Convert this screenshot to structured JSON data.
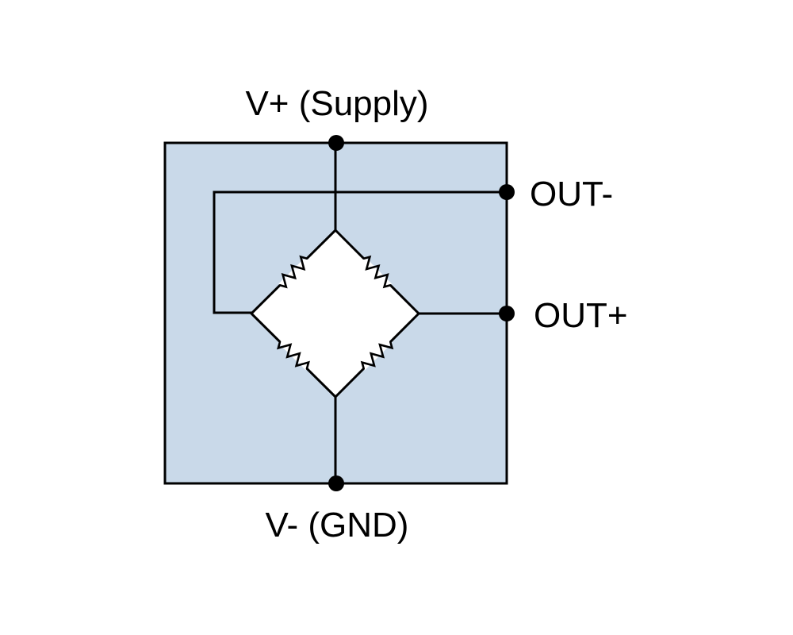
{
  "diagram": {
    "colors": {
      "package_fill": "#c9d9e9",
      "package_stroke": "#000000",
      "bridge_fill": "#ffffff",
      "wire": "#000000",
      "node": "#000000"
    },
    "components": {
      "package": "sensor-package",
      "bridge": "wheatstone-bridge",
      "resistor_count": 4
    },
    "terminals": {
      "supply": "V+ (Supply)",
      "ground": "V- (GND)",
      "out_minus": "OUT-",
      "out_plus": "OUT+"
    }
  }
}
